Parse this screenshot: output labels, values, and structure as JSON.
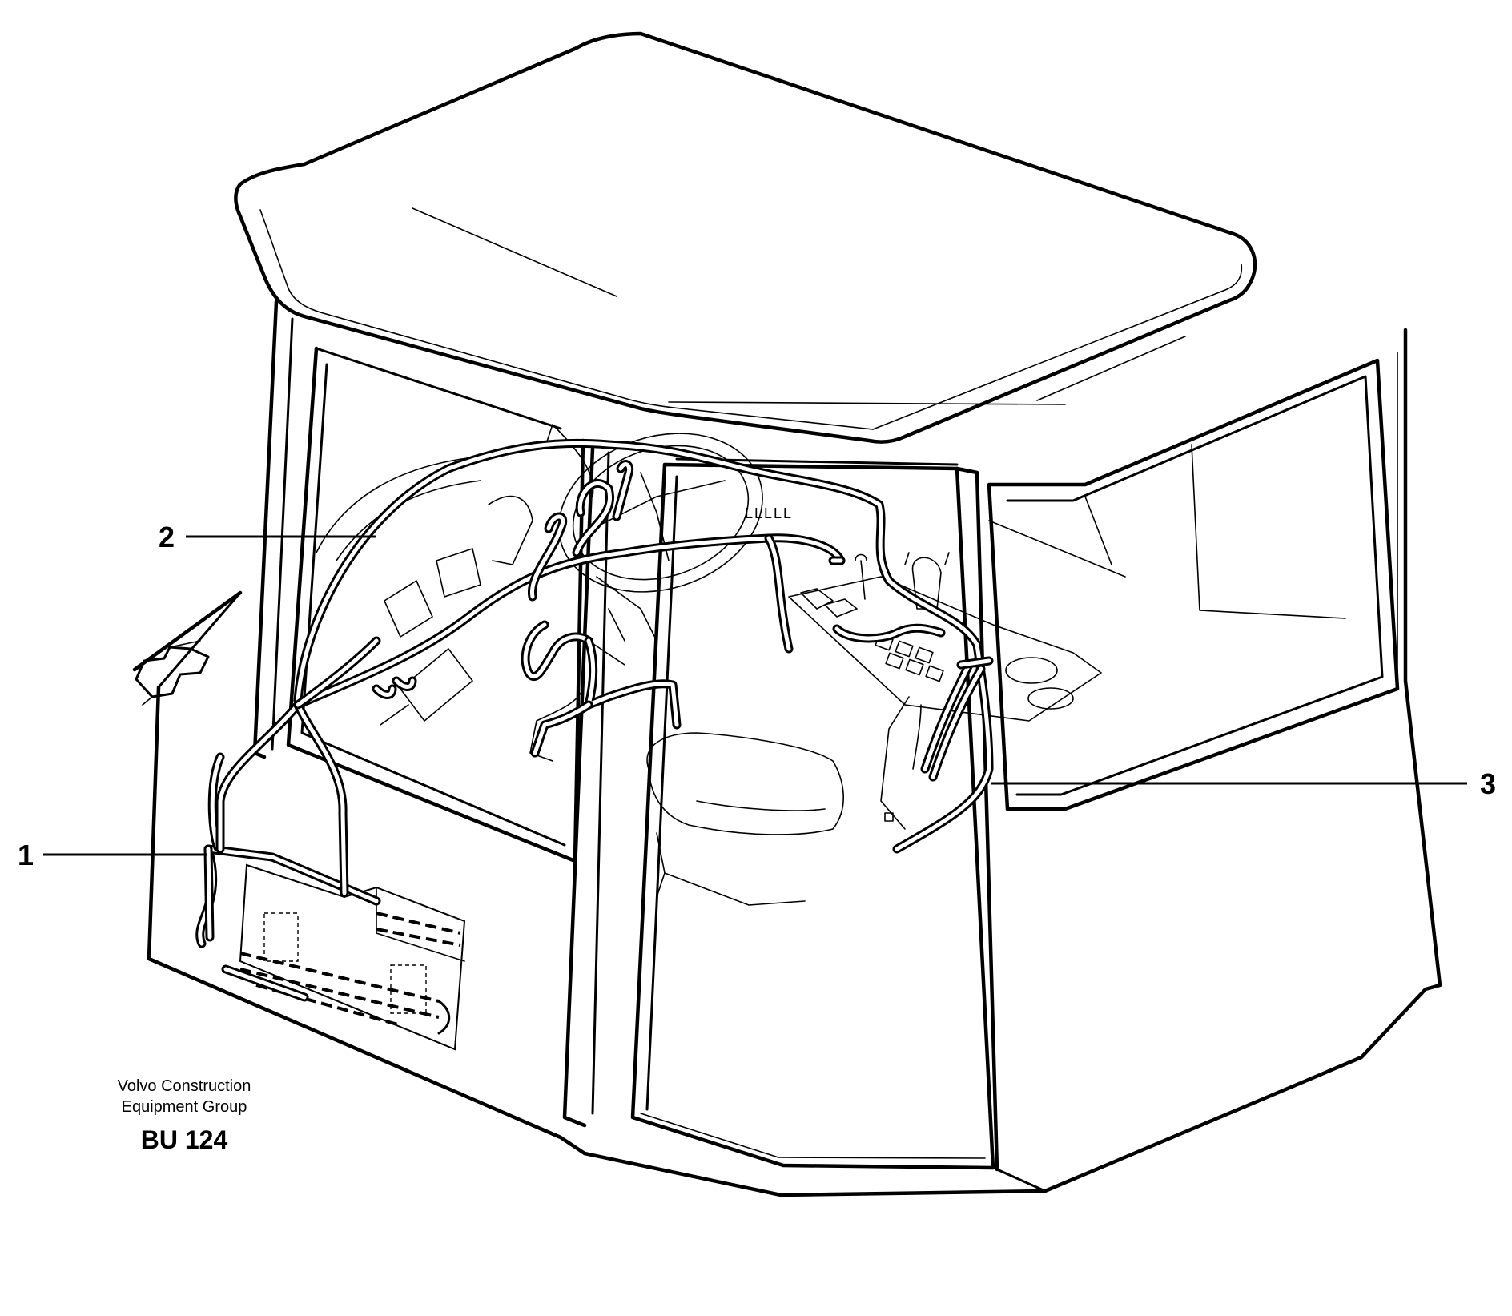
{
  "callouts": {
    "item_1": "1",
    "item_2": "2",
    "item_3": "3"
  },
  "footer": {
    "company_line_1": "Volvo Construction",
    "company_line_2": "Equipment Group",
    "code": "BU 124"
  },
  "panel_markings": "LLLLL",
  "colors": {
    "line": "#000000",
    "background": "#ffffff"
  }
}
